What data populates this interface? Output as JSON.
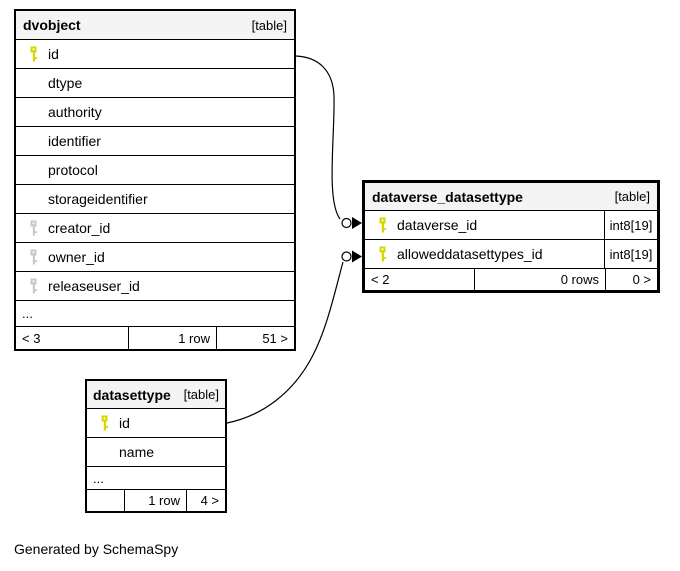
{
  "colors": {
    "header_bg": "#f4f4f4",
    "primary_key": "#d6d600",
    "foreign_key": "#c9c9c9",
    "line": "#000000"
  },
  "tables": {
    "dvobject": {
      "title": "dvobject",
      "badge": "[table]",
      "columns": [
        {
          "name": "id",
          "key": "primary"
        },
        {
          "name": "dtype",
          "key": "none"
        },
        {
          "name": "authority",
          "key": "none"
        },
        {
          "name": "identifier",
          "key": "none"
        },
        {
          "name": "protocol",
          "key": "none"
        },
        {
          "name": "storageidentifier",
          "key": "none"
        },
        {
          "name": "creator_id",
          "key": "foreign"
        },
        {
          "name": "owner_id",
          "key": "foreign"
        },
        {
          "name": "releaseuser_id",
          "key": "foreign"
        }
      ],
      "ellipsis": "...",
      "footer": {
        "left": "< 3",
        "center": "1 row",
        "right": "51 >"
      }
    },
    "dataverse_datasettype": {
      "title": "dataverse_datasettype",
      "badge": "[table]",
      "columns": [
        {
          "name": "dataverse_id",
          "key": "primary",
          "type": "int8[19]"
        },
        {
          "name": "alloweddatasettypes_id",
          "key": "primary",
          "type": "int8[19]"
        }
      ],
      "footer": {
        "left": "< 2",
        "center": "0 rows",
        "right": "0 >"
      }
    },
    "datasettype": {
      "title": "datasettype",
      "badge": "[table]",
      "columns": [
        {
          "name": "id",
          "key": "primary"
        },
        {
          "name": "name",
          "key": "none"
        }
      ],
      "ellipsis": "...",
      "footer": {
        "left": "",
        "center": "1 row",
        "right": "4 >"
      }
    }
  },
  "footer_note": "Generated by SchemaSpy"
}
